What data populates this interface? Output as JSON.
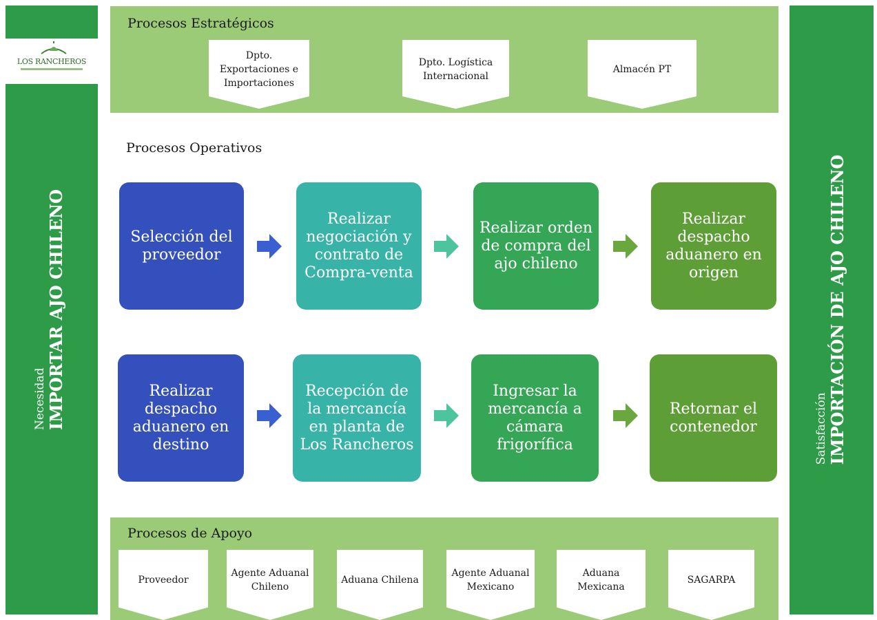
{
  "left_bar": {
    "small": "Necesidad",
    "big": "IMPORTAR  AJO CHILENO"
  },
  "right_bar": {
    "small": "Satisfacción",
    "big": "IMPORTACIÓN DE AJO CHILENO"
  },
  "logo": {
    "text": "LOS RANCHEROS"
  },
  "strategic": {
    "title": "Procesos Estratégicos",
    "items": [
      "Dpto. Exportaciones e Importaciones",
      "Dpto. Logística Internacional",
      "Almacén PT"
    ]
  },
  "operative": {
    "title": "Procesos Operativos",
    "row1": [
      "Selección del proveedor",
      "Realizar negociación y contrato de Compra-venta",
      "Realizar orden de compra del ajo chileno",
      "Realizar despacho aduanero en origen"
    ],
    "row2": [
      "Realizar despacho aduanero en destino",
      "Recepción de la mercancía en planta de Los Rancheros",
      "Ingresar la mercancía a cámara frigorífica",
      "Retornar el contenedor"
    ]
  },
  "support": {
    "title": "Procesos de Apoyo",
    "items": [
      "Proveedor",
      "Agente Aduanal Chileno",
      "Aduana Chilena",
      "Agente Aduanal Mexicano",
      "Aduana Mexicana",
      "SAGARPA"
    ]
  },
  "colors": {
    "side_green": "#2e9b48",
    "band_green": "#9bcb77",
    "blue": "#3350bd",
    "teal": "#38b3a8",
    "green": "#35a556",
    "olive": "#5e9e37"
  }
}
